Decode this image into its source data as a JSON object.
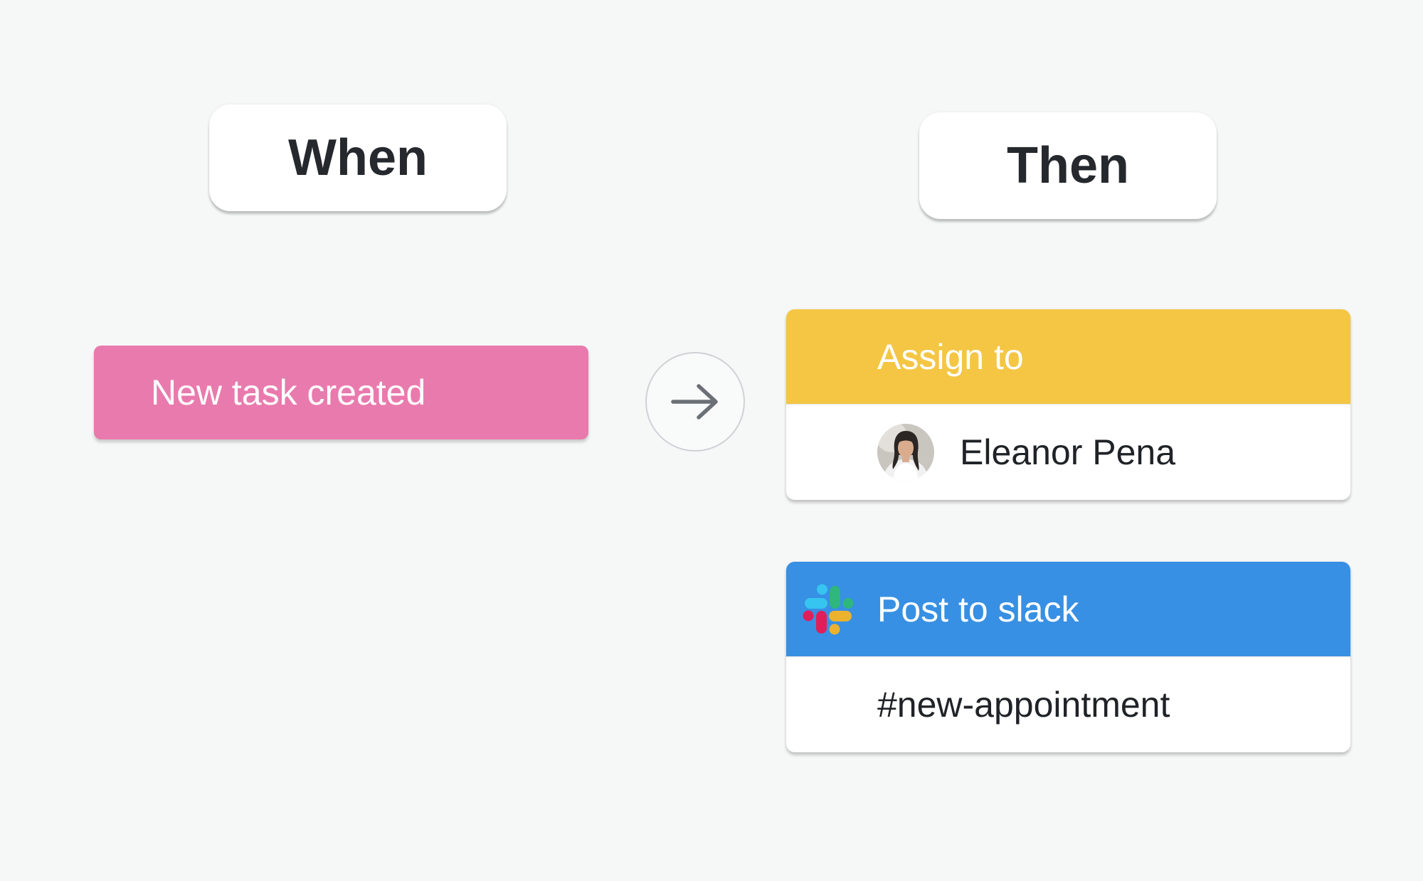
{
  "headers": {
    "when": "When",
    "then": "Then"
  },
  "trigger": {
    "label": "New task created",
    "color": "#e97aad"
  },
  "actions": [
    {
      "title": "Assign to",
      "value": "Eleanor Pena",
      "color": "#f4c643",
      "icon": "user-avatar"
    },
    {
      "title": "Post to slack",
      "value": "#new-appointment",
      "color": "#3790e3",
      "icon": "slack-icon"
    }
  ],
  "connector_icon": "arrow-right-icon"
}
